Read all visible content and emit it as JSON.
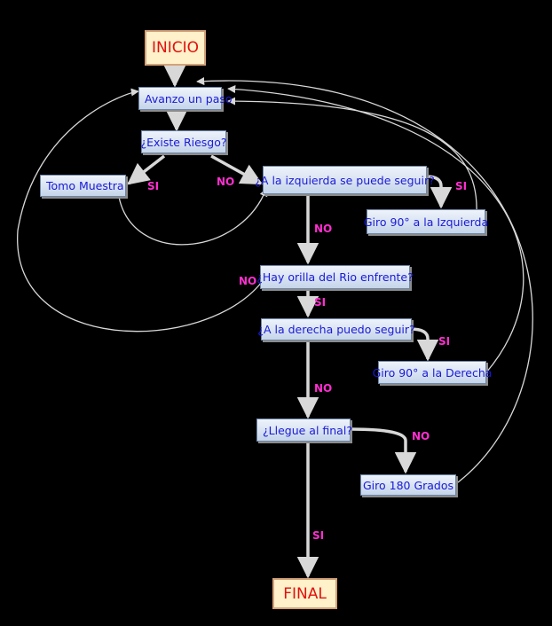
{
  "nodes": {
    "start": "INICIO",
    "step": "Avanzo un paso",
    "risk": "¿Existe Riesgo?",
    "sample": "Tomo Muestra",
    "left_q": "¿A la izquierda se puede seguir?",
    "turn_left": "Giro 90° a la Izquierda",
    "shore_q": "¿Hay orilla del Rio enfrente?",
    "right_q": "¿A la derecha puedo seguir?",
    "turn_right": "Giro 90° a la Derecha",
    "end_q": "¿Llegue al final?",
    "turn_180": "Giro 180 Grados",
    "end": "FINAL"
  },
  "labels": {
    "risk_yes": "SI",
    "risk_no": "NO",
    "left_yes": "SI",
    "left_no": "NO",
    "shore_no": "NO",
    "shore_yes": "SI",
    "right_yes": "SI",
    "right_no": "NO",
    "end_no": "NO",
    "end_yes": "SI"
  },
  "colors": {
    "box_text": "#1a1ad8",
    "terminal_text": "#e01010",
    "label_text": "#ff2fd0",
    "connector": "#d8d8d8"
  }
}
